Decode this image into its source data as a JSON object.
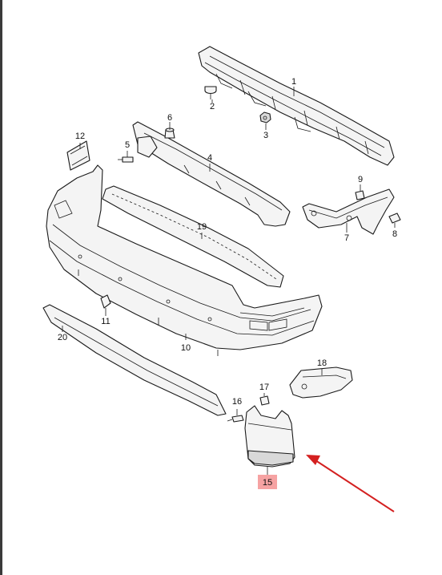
{
  "diagram": {
    "callouts": [
      {
        "id": "1",
        "text": "1"
      },
      {
        "id": "2",
        "text": "2"
      },
      {
        "id": "3",
        "text": "3"
      },
      {
        "id": "4",
        "text": "4"
      },
      {
        "id": "5",
        "text": "5"
      },
      {
        "id": "6",
        "text": "6"
      },
      {
        "id": "7",
        "text": "7"
      },
      {
        "id": "8",
        "text": "8"
      },
      {
        "id": "9",
        "text": "9"
      },
      {
        "id": "10",
        "text": "10"
      },
      {
        "id": "11",
        "text": "11"
      },
      {
        "id": "12",
        "text": "12"
      },
      {
        "id": "15",
        "text": "15"
      },
      {
        "id": "16",
        "text": "16"
      },
      {
        "id": "17",
        "text": "17"
      },
      {
        "id": "18",
        "text": "18"
      },
      {
        "id": "19",
        "text": "19"
      },
      {
        "id": "20",
        "text": "20"
      }
    ],
    "highlighted_part": "15",
    "colors": {
      "highlight": "#f6a3a3",
      "arrow": "#d42020",
      "line": "#1a1a1a"
    }
  }
}
